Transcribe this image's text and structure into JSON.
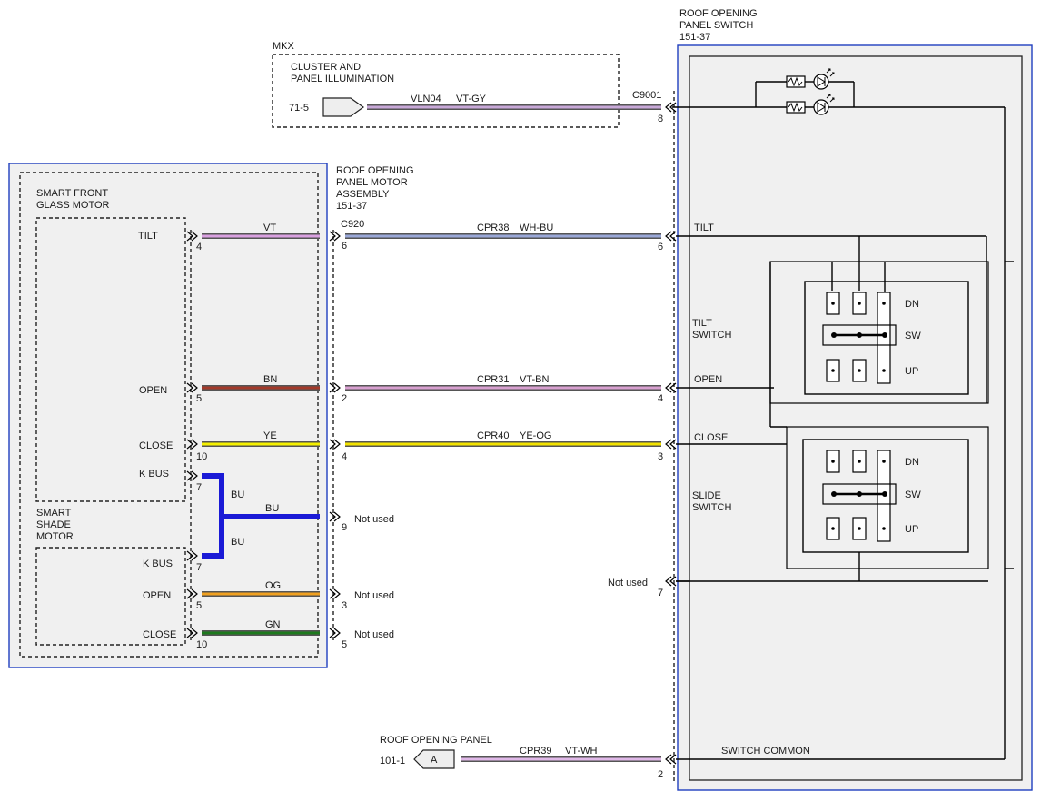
{
  "colors": {
    "frame_blue": "#1f3fbf",
    "wire_violet": "#d9a0e0",
    "wire_brown": "#a33a2a",
    "wire_yellow": "#f4f000",
    "wire_blue": "#1a1ad6",
    "wire_orange": "#f0a020",
    "wire_green": "#1e7a1e",
    "wire_wh_bu": "#9aa8d8",
    "wire_vt_gy": "#c8a8d8",
    "wire_vt_wh": "#e0b8e8",
    "wire_vt_bn": "#d8a0d0",
    "wire_ye_og": "#f2e200"
  },
  "labels": {
    "mkx": "MKX",
    "cluster_line1": "CLUSTER AND",
    "cluster_line2": "PANEL ILLUMINATION",
    "ref_71_5": "71-5",
    "circuit_vln04": "VLN04",
    "color_vt_gy": "VT-GY",
    "c9001": "C9001",
    "pin_8": "8",
    "switch_title_1": "ROOF OPENING",
    "switch_title_2": "PANEL SWITCH",
    "switch_ref": "151-37",
    "motor_assy_1": "ROOF OPENING",
    "motor_assy_2": "PANEL MOTOR",
    "motor_assy_3": "ASSEMBLY",
    "motor_assy_ref": "151-37",
    "glass_motor_1": "SMART FRONT",
    "glass_motor_2": "GLASS MOTOR",
    "shade_motor_1": "SMART",
    "shade_motor_2": "SHADE",
    "shade_motor_3": "MOTOR",
    "tilt": "TILT",
    "open": "OPEN",
    "close": "CLOSE",
    "kbus": "K BUS",
    "c920": "C920",
    "cpr38": "CPR38",
    "wh_bu": "WH-BU",
    "cpr31": "CPR31",
    "vt_bn": "VT-BN",
    "cpr40": "CPR40",
    "ye_og": "YE-OG",
    "vt": "VT",
    "bn": "BN",
    "ye": "YE",
    "bu": "BU",
    "og": "OG",
    "gn": "GN",
    "not_used": "Not used",
    "tilt_switch_1": "TILT",
    "tilt_switch_2": "SWITCH",
    "slide_switch_1": "SLIDE",
    "slide_switch_2": "SWITCH",
    "dn": "DN",
    "sw": "SW",
    "up": "UP",
    "switch_common": "SWITCH COMMON",
    "roof_panel": "ROOF OPENING PANEL",
    "ref_101_1": "101-1",
    "connector_a": "A",
    "cpr39": "CPR39",
    "vt_wh": "VT-WH",
    "p4": "4",
    "p5": "5",
    "p10": "10",
    "p7": "7",
    "p6": "6",
    "p2": "2",
    "p3": "3",
    "p9": "9"
  }
}
